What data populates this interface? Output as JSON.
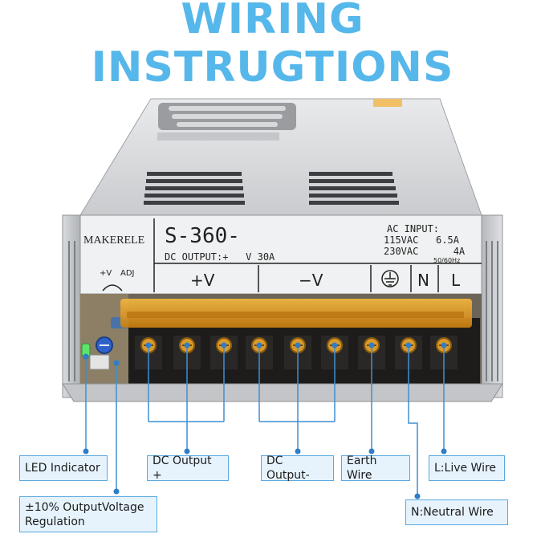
{
  "title": "WIRING INSTRUGTIONS",
  "device": {
    "brand": "MAKERELE",
    "model": "S-360-",
    "dc_output": "DC OUTPUT:+   V 30A",
    "ac_input_title": "AC INPUT:",
    "ac_115": "115VAC   6.5A",
    "ac_230": "230VAC      4A",
    "freq": "50/60Hz",
    "adj_left": "+V",
    "adj_right": "ADJ",
    "terminals": [
      "+V",
      "−V",
      "N",
      "L"
    ]
  },
  "labels": {
    "led": "LED Indicator",
    "dc_plus": "DC Output +",
    "dc_minus": "DC Output-",
    "earth": "Earth Wire",
    "live": "L:Live Wire",
    "voltage_reg": "±10% OutputVoltage\nRegulation",
    "neutral": "N:Neutral Wire"
  },
  "colors": {
    "title": "#56b7ea",
    "label_bg": "#e6f3fd",
    "label_border": "#5aa8e0",
    "line": "#3f8fd2"
  }
}
